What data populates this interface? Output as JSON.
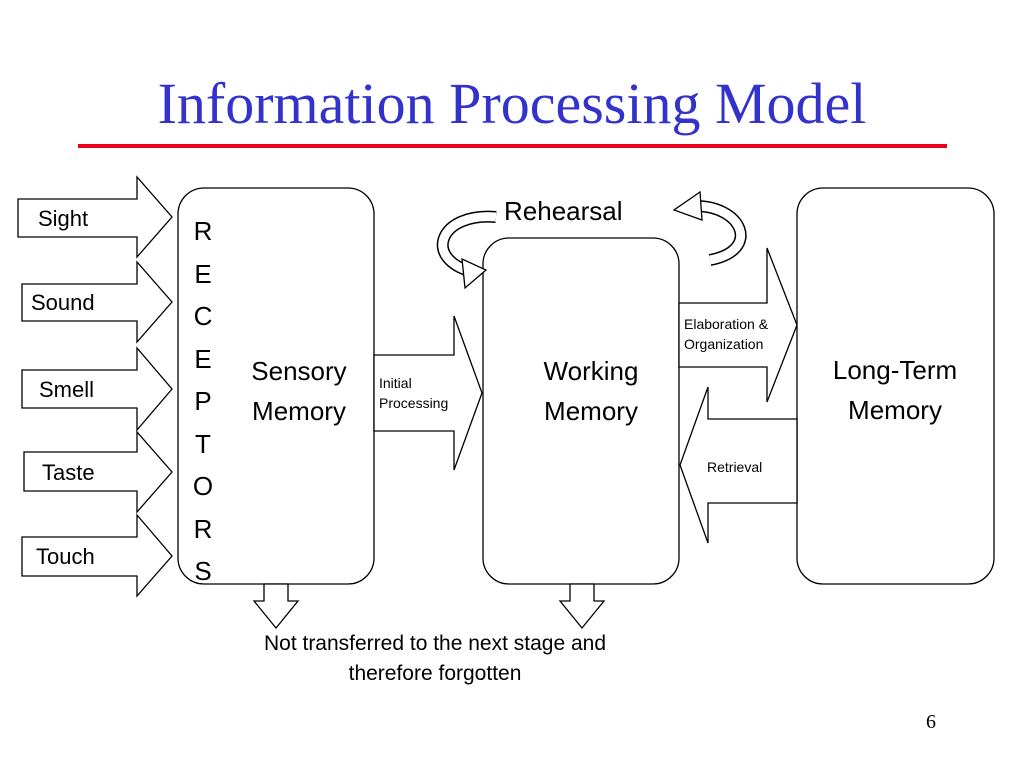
{
  "title": "Information Processing Model",
  "colors": {
    "title": "#3333cc",
    "rule": "#e8001c",
    "line": "#000000"
  },
  "senses": [
    {
      "label": "Sight"
    },
    {
      "label": "Sound"
    },
    {
      "label": "Smell"
    },
    {
      "label": "Taste"
    },
    {
      "label": "Touch"
    }
  ],
  "receptors": [
    "R",
    "E",
    "C",
    "E",
    "P",
    "T",
    "O",
    "R",
    "S"
  ],
  "sensory_memory": {
    "line1": "Sensory",
    "line2": "Memory"
  },
  "initial_processing": {
    "line1": "Initial",
    "line2": "Processing"
  },
  "working_memory": {
    "line1": "Working",
    "line2": "Memory"
  },
  "rehearsal": "Rehearsal",
  "elaboration": {
    "line1": "Elaboration &",
    "line2": "Organization"
  },
  "retrieval": "Retrieval",
  "long_term_memory": {
    "line1": "Long-Term",
    "line2": "Memory"
  },
  "forgotten": {
    "line1": "Not transferred to the next stage and",
    "line2": "therefore forgotten"
  },
  "page_number": "6",
  "icons": {
    "loop_arrows": "rehearsal-loop-arrows",
    "arrows": "block-arrows"
  }
}
